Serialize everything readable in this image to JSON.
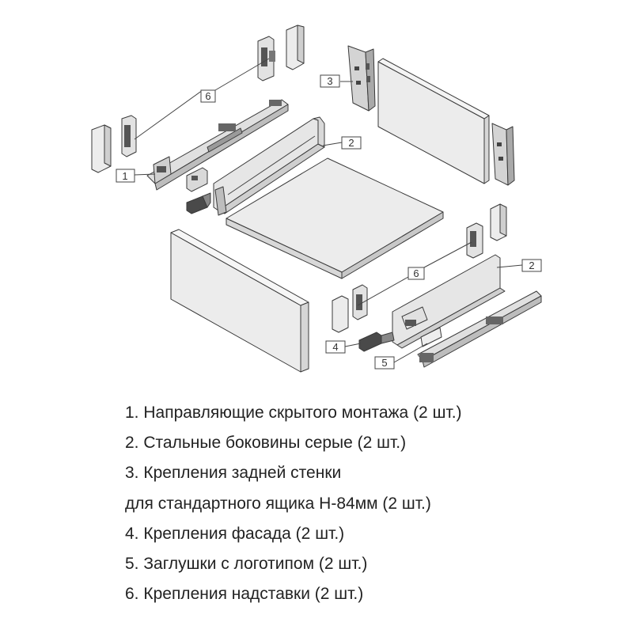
{
  "diagram": {
    "callouts": [
      "1",
      "2",
      "3",
      "4",
      "5",
      "6"
    ]
  },
  "legend": {
    "lines": [
      "1. Направляющие скрытого монтажа (2 шт.)",
      "2. Стальные боковины серые (2 шт.)",
      "3. Крепления задней стенки",
      "для стандартного ящика H-84мм (2 шт.)",
      "4. Крепления фасада (2 шт.)",
      "5. Заглушки с логотипом (2 шт.)",
      "6. Крепления надставки (2 шт.)"
    ]
  },
  "colors": {
    "panel_fill": "#ececec",
    "metal_fill": "#d2d2d2",
    "dark_fill": "#4a4a4a",
    "line": "#3a3a3a"
  }
}
